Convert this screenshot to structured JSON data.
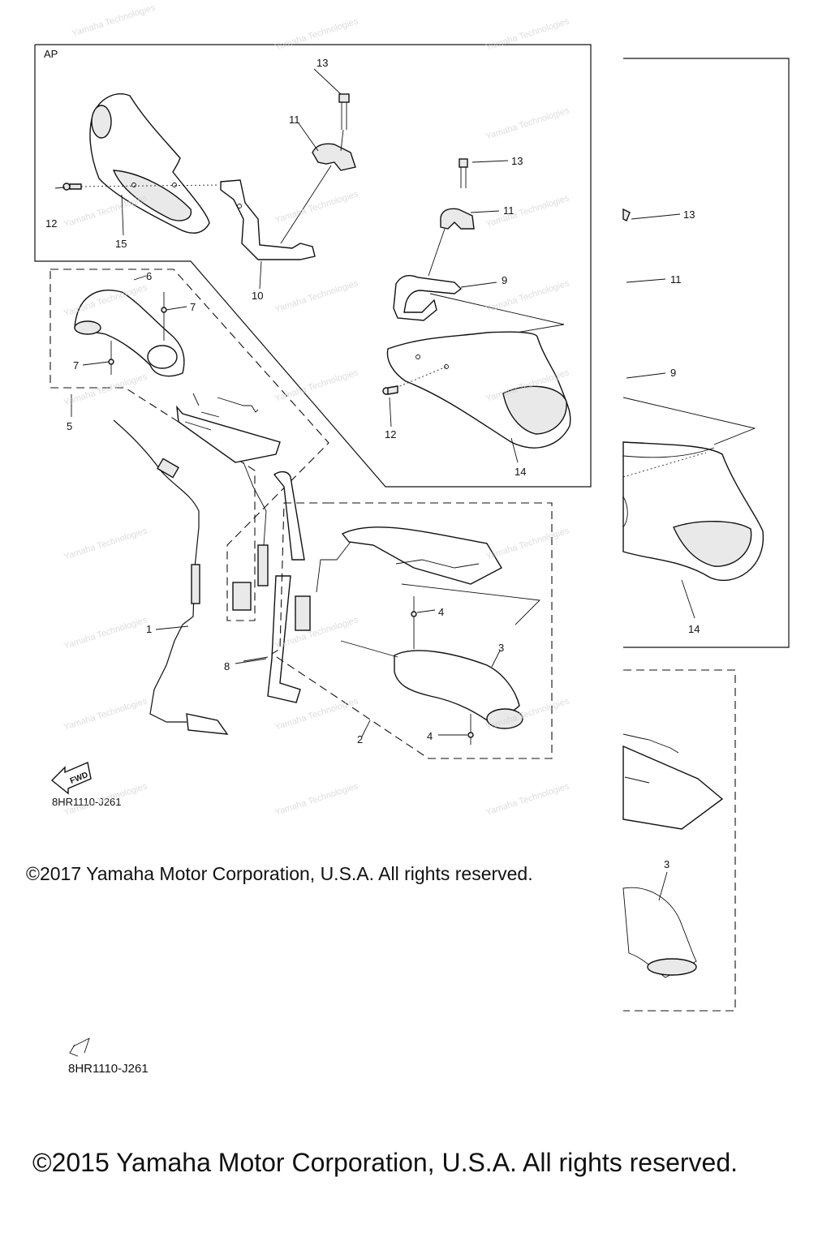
{
  "diagram": {
    "assembly_tag": "AP",
    "callouts": {
      "c1": "1",
      "c2": "2",
      "c3": "3",
      "c4a": "4",
      "c4b": "4",
      "c5": "5",
      "c6": "6",
      "c7a": "7",
      "c7b": "7",
      "c8": "8",
      "c9": "9",
      "c10": "10",
      "c11a": "11",
      "c11b": "11",
      "c12a": "12",
      "c12b": "12",
      "c13a": "13",
      "c13b": "13",
      "c14": "14",
      "c15": "15"
    },
    "right_callouts": {
      "r13": "13",
      "r11": "11",
      "r9": "9",
      "r14": "14",
      "r3": "3"
    },
    "fwd_label": "FWD",
    "diagram_code": "8HR1110-J261",
    "watermark_text": "Yamaha Technologies"
  },
  "footer": {
    "copyright_2017": "©2017 Yamaha Motor Corporation, U.S.A. All rights reserved.",
    "diagram_code_2": "8HR1110-J261",
    "copyright_2015": "©2015 Yamaha Motor Corporation, U.S.A. All rights reserved."
  }
}
